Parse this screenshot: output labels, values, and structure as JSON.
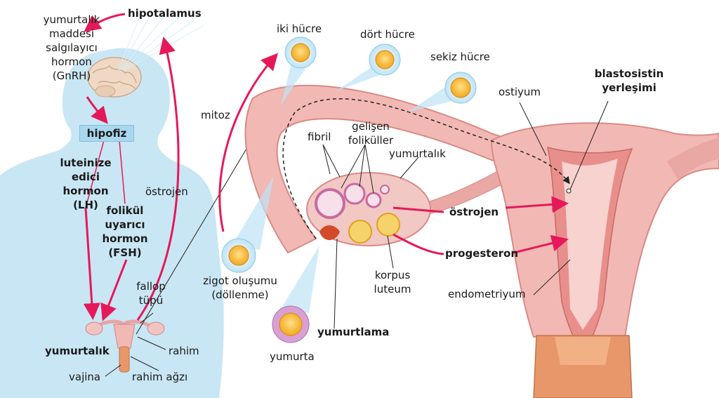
{
  "labels": {
    "gnrh": [
      "yumurtalık",
      "maddesi",
      "salgılayıcı",
      "hormon",
      "(GnRH)"
    ],
    "hipotalamus": "hipotalamus",
    "hipofiz": "hipofiz",
    "lh": [
      "luteinize",
      "edici",
      "hormon",
      "(LH)"
    ],
    "fsh": [
      "folikül",
      "uyarıcı",
      "hormon",
      "(FSH)"
    ],
    "ostrojen_body": "östrojen",
    "fallop": [
      "fallop",
      "tüpü"
    ],
    "yumurtalik_body": "yumurtalık",
    "rahim": "rahim",
    "vajina": "vajina",
    "rahim_agzi": "rahim ağzı",
    "mitoz": "mitoz",
    "iki_hucre": "iki hücre",
    "dort_hucre": "dört hücre",
    "sekiz_hucre": "sekiz hücre",
    "fibril": "fibril",
    "gelisen_folikuller": [
      "gelişen",
      "foliküller"
    ],
    "yumurtalik_ovary": "yumurtalık",
    "zigot": [
      "zigot oluşumu",
      "(döllenme)"
    ],
    "yumurtlama": "yumurtlama",
    "yumurta": "yumurta",
    "korpus_luteum": [
      "korpus",
      "luteum"
    ],
    "ostrojen_main": "östrojen",
    "progesteron": "progesteron",
    "ostiyum": "ostiyum",
    "blastosist": [
      "blastosistin",
      "yerleşimi"
    ],
    "endometriyum": "endometriyum"
  },
  "colors": {
    "arrow": "#e5195a",
    "body": "#c9e6f4",
    "tissue": "#f2b8b4",
    "tissue_dark": "#d98a86",
    "hipofiz_box": "#a9d7ee"
  }
}
